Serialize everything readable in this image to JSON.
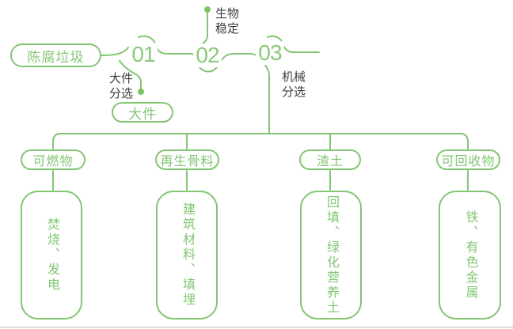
{
  "diagram": {
    "title_hint": "stale-waste-sorting-flow",
    "source": {
      "label": "陈腐垃圾"
    },
    "steps": [
      {
        "number": "01",
        "process_label": "大件分选",
        "output_label": "大件"
      },
      {
        "number": "02",
        "process_label": "生物稳定"
      },
      {
        "number": "03",
        "process_label": "机械分选"
      }
    ],
    "columns": [
      {
        "category": "可燃物",
        "products": "焚烧、发电"
      },
      {
        "category": "再生骨料",
        "products": "建筑材料、填埋"
      },
      {
        "category": "渣土",
        "products": "回填、绿化营养土"
      },
      {
        "category": "可回收物",
        "products": "铁、有色金属"
      }
    ],
    "colors": {
      "accent_green": "#83c673",
      "dot_green": "#7cc364",
      "label_dark": "#3d3d3d",
      "bottom_edge": "#dcdcdc"
    }
  }
}
